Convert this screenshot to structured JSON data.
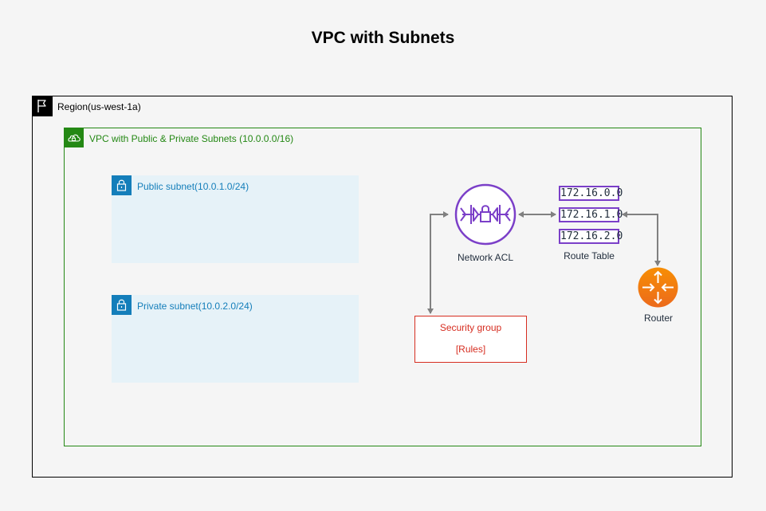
{
  "title": "VPC with Subnets",
  "region": {
    "label": "Region(us-west-1a)",
    "icon": "flag-icon"
  },
  "vpc": {
    "label": "VPC with Public & Private Subnets (10.0.0.0/16)",
    "icon": "cloud-lock-icon",
    "color": "#248814"
  },
  "subnets": [
    {
      "label": "Public subnet(10.0.1.0/24)",
      "icon": "padlock-icon"
    },
    {
      "label": "Private subnet(10.0.2.0/24)",
      "icon": "padlock-icon"
    }
  ],
  "network_acl": {
    "label": "Network ACL",
    "icon": "network-acl-icon",
    "color": "#7b3fc8"
  },
  "route_table": {
    "label": "Route Table",
    "entries": [
      "172.16.0.0",
      "172.16.1.0",
      "172.16.2.0"
    ]
  },
  "router": {
    "label": "Router",
    "icon": "router-icon",
    "color": "#f58534"
  },
  "security_group": {
    "title": "Security group",
    "rules": "[Rules]",
    "color": "#d62d20"
  }
}
